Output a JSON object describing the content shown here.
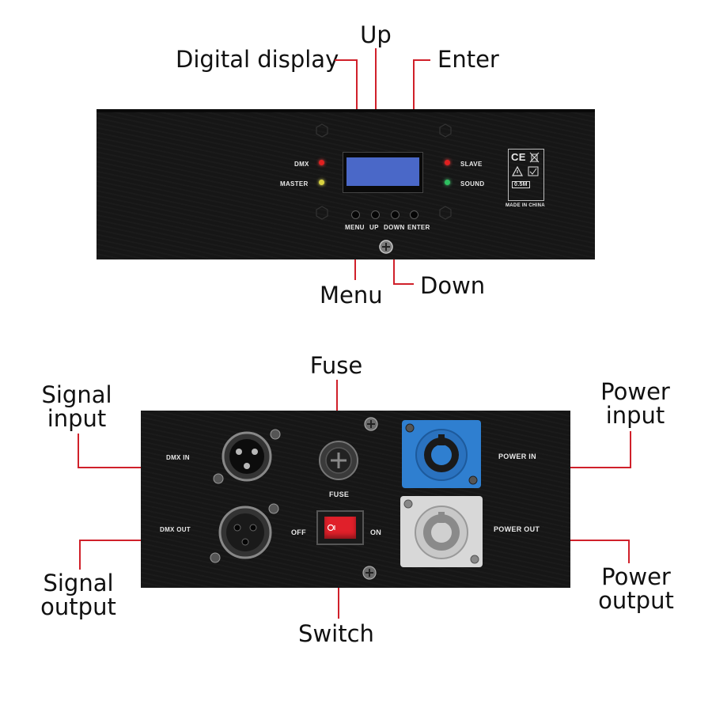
{
  "top_panel": {
    "callouts": {
      "digital_display": "Digital display",
      "up": "Up",
      "enter": "Enter",
      "menu": "Menu",
      "down": "Down"
    },
    "labels": {
      "dmx": "DMX",
      "master": "MASTER",
      "slave": "SLAVE",
      "sound": "SOUND",
      "menu": "MENU",
      "up": "UP",
      "down": "DOWN",
      "enter": "ENTER",
      "made_in": "MADE IN CHINA",
      "ce": "CE",
      "rating": "0.5M"
    },
    "colors": {
      "panel": "#161616",
      "display": "#4a68c8",
      "led_red": "#e02020",
      "led_yellow": "#d8d240",
      "led_green": "#2ec060"
    }
  },
  "bottom_panel": {
    "callouts": {
      "fuse": "Fuse",
      "signal_input_1": "Signal",
      "signal_input_2": "input",
      "signal_output_1": "Signal",
      "signal_output_2": "output",
      "power_input_1": "Power",
      "power_input_2": "input",
      "power_output_1": "Power",
      "power_output_2": "output",
      "switch": "Switch"
    },
    "labels": {
      "dmx_in": "DMX IN",
      "dmx_out": "DMX OUT",
      "fuse": "FUSE",
      "off": "OFF",
      "on": "ON",
      "power_in": "POWER IN",
      "power_out": "POWER OUT"
    },
    "colors": {
      "power_in": "#2f7fd0",
      "power_out": "#d8d8d8",
      "switch": "#e0202a",
      "leader": "#d0202a"
    }
  }
}
